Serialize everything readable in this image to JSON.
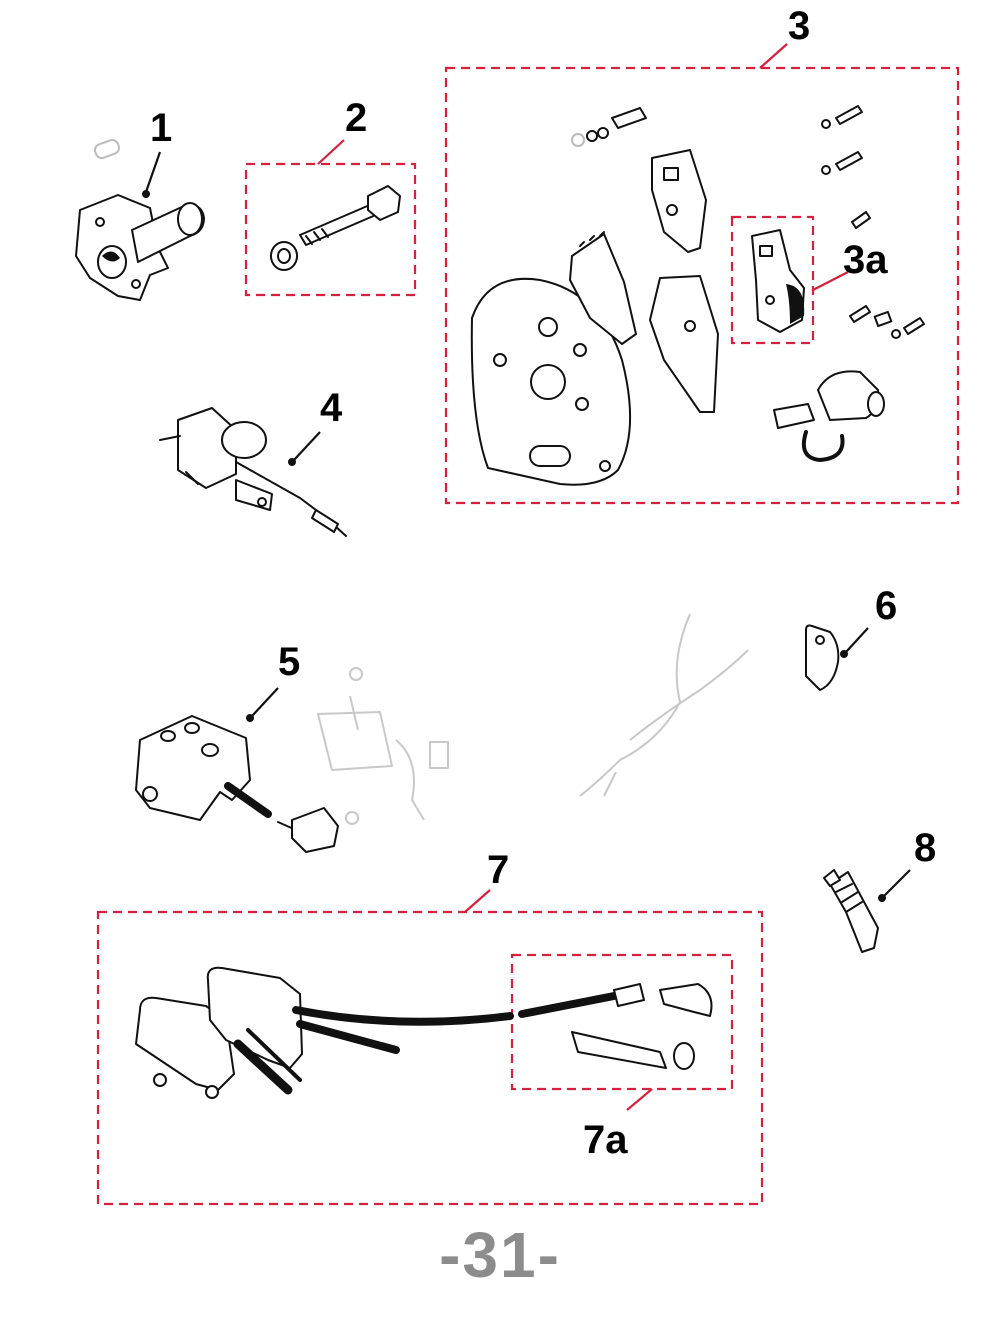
{
  "callouts": {
    "c1": "1",
    "c2": "2",
    "c3": "3",
    "c3a": "3a",
    "c4": "4",
    "c5": "5",
    "c6": "6",
    "c7": "7",
    "c7a": "7a",
    "c8": "8"
  },
  "page_number": "-31-",
  "colors": {
    "group_box": "#d4213d",
    "page_number": "#8c8c8c",
    "ink": "#111111"
  }
}
